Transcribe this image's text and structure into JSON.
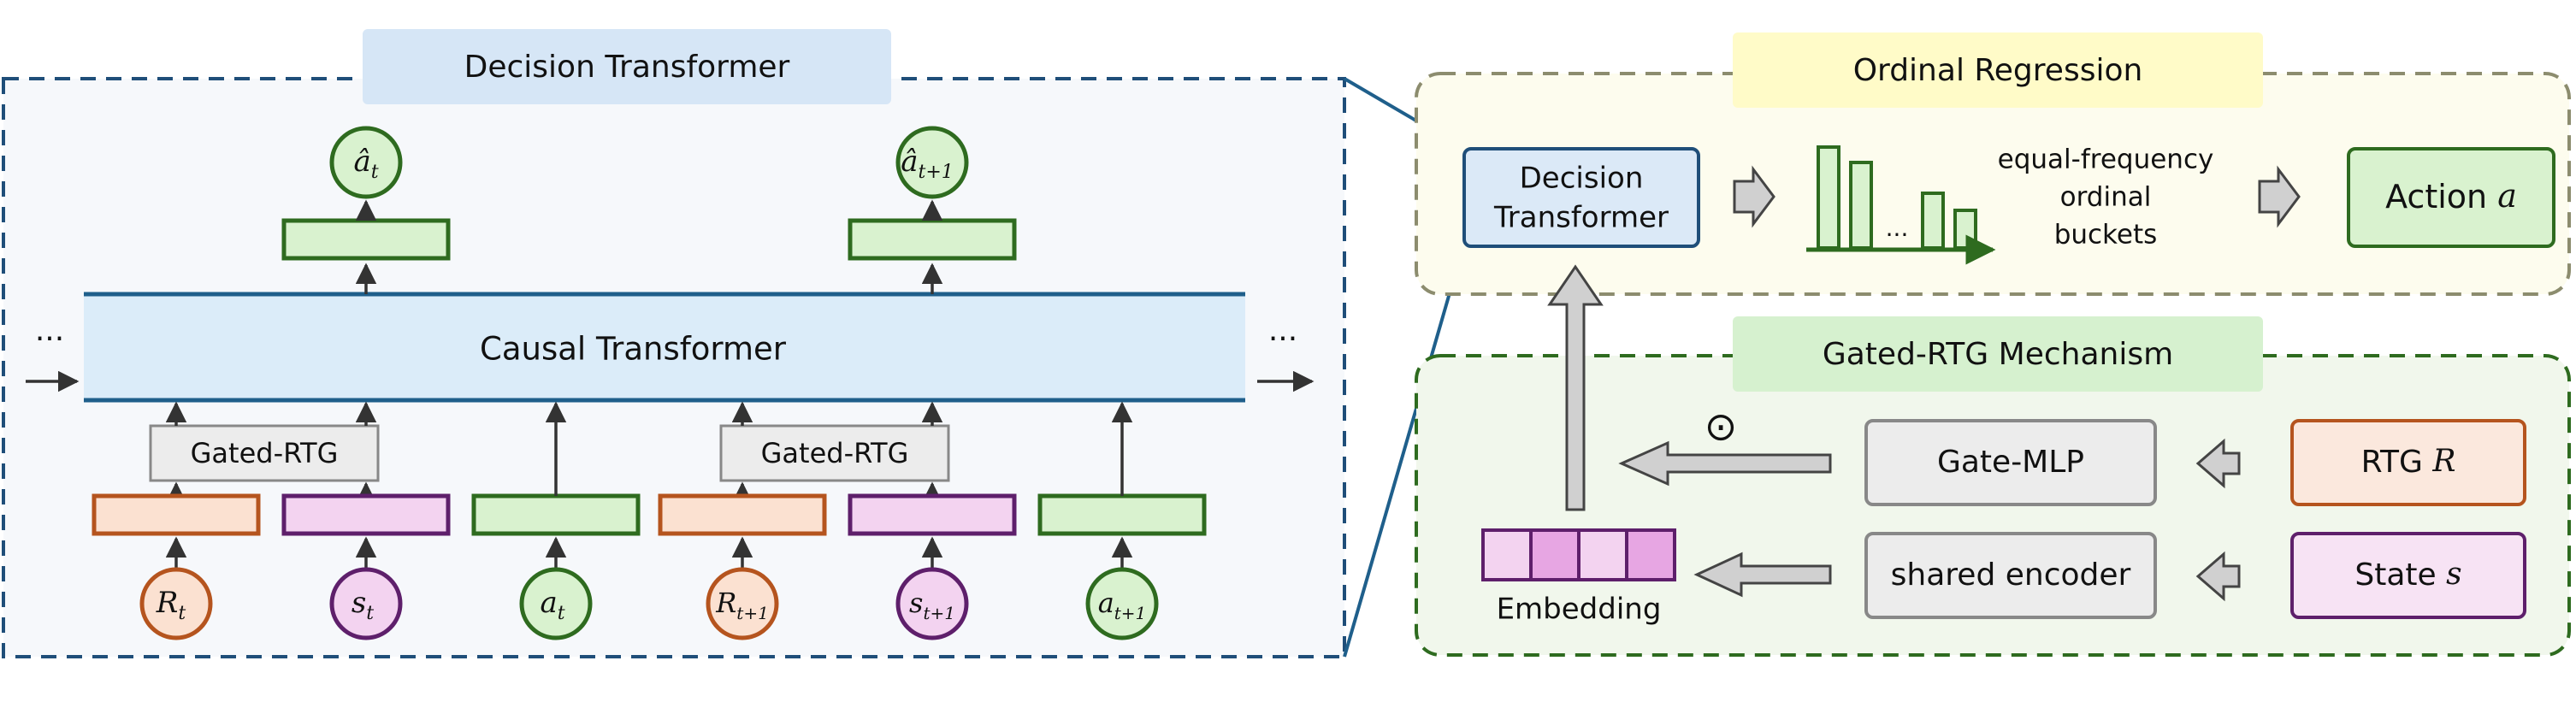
{
  "left_panel": {
    "title": "Decision Transformer",
    "causal_label": "Causal Transformer",
    "ellipsis": "...",
    "gate_label": "Gated-RTG",
    "outputs": [
      {
        "base": "â",
        "sub": "t"
      },
      {
        "base": "â",
        "sub": "t+1"
      }
    ],
    "inputs": [
      {
        "base": "R",
        "sub": "t",
        "kind": "rtg"
      },
      {
        "base": "s",
        "sub": "t",
        "kind": "state"
      },
      {
        "base": "a",
        "sub": "t",
        "kind": "action"
      },
      {
        "base": "R",
        "sub": "t+1",
        "kind": "rtg"
      },
      {
        "base": "s",
        "sub": "t+1",
        "kind": "state"
      },
      {
        "base": "a",
        "sub": "t+1",
        "kind": "action"
      }
    ]
  },
  "ordinal_panel": {
    "title": "Ordinal Regression",
    "dt_box": [
      "Decision",
      "Transformer"
    ],
    "hist_ellipsis": "...",
    "bucket_text": [
      "equal-frequency",
      "ordinal",
      "buckets"
    ],
    "action_label": "Action",
    "action_symbol": "a"
  },
  "gated_panel": {
    "title": "Gated-RTG Mechanism",
    "odot": "⊙",
    "gate_mlp": "Gate-MLP",
    "shared_encoder": "shared encoder",
    "rtg_label": "RTG",
    "rtg_symbol": "R",
    "state_label": "State",
    "state_symbol": "s",
    "embedding_label": "Embedding"
  },
  "colors": {
    "navy": "#1f4e79",
    "green": "#2e6b1f",
    "green_fill": "#d9f2cf",
    "orange": "#b5541e",
    "orange_fill": "#fbe1d1",
    "purple": "#5e1f6b",
    "purple_fill": "#f3d3f0",
    "blue_fill": "#dbe9f7",
    "yellow_fill": "#fffbc8",
    "title_blue": "#d6e6f6"
  }
}
